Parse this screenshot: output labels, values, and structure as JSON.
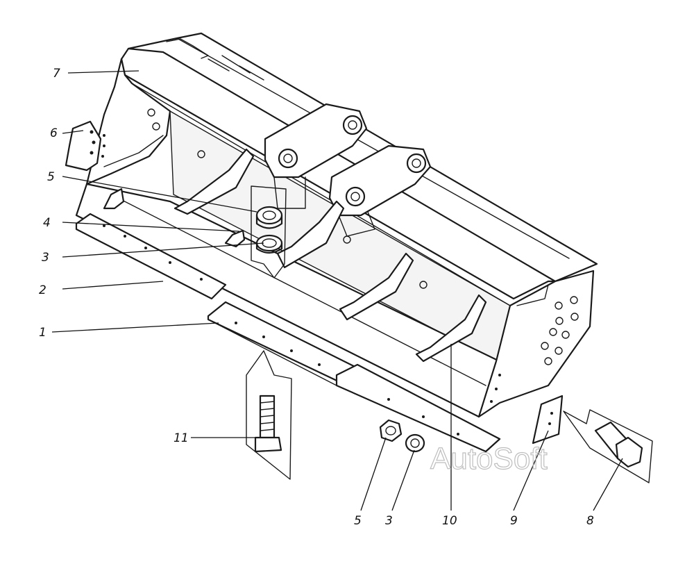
{
  "callouts": [
    {
      "id": "c7",
      "text": "7"
    },
    {
      "id": "c6",
      "text": "6"
    },
    {
      "id": "c5a",
      "text": "5"
    },
    {
      "id": "c4",
      "text": "4"
    },
    {
      "id": "c3a",
      "text": "3"
    },
    {
      "id": "c2",
      "text": "2"
    },
    {
      "id": "c1",
      "text": "1"
    },
    {
      "id": "c11",
      "text": "11"
    },
    {
      "id": "c5b",
      "text": "5"
    },
    {
      "id": "c3b",
      "text": "3"
    },
    {
      "id": "c10",
      "text": "10"
    },
    {
      "id": "c9",
      "text": "9"
    },
    {
      "id": "c8",
      "text": "8"
    }
  ],
  "watermark": "AutoSoft"
}
